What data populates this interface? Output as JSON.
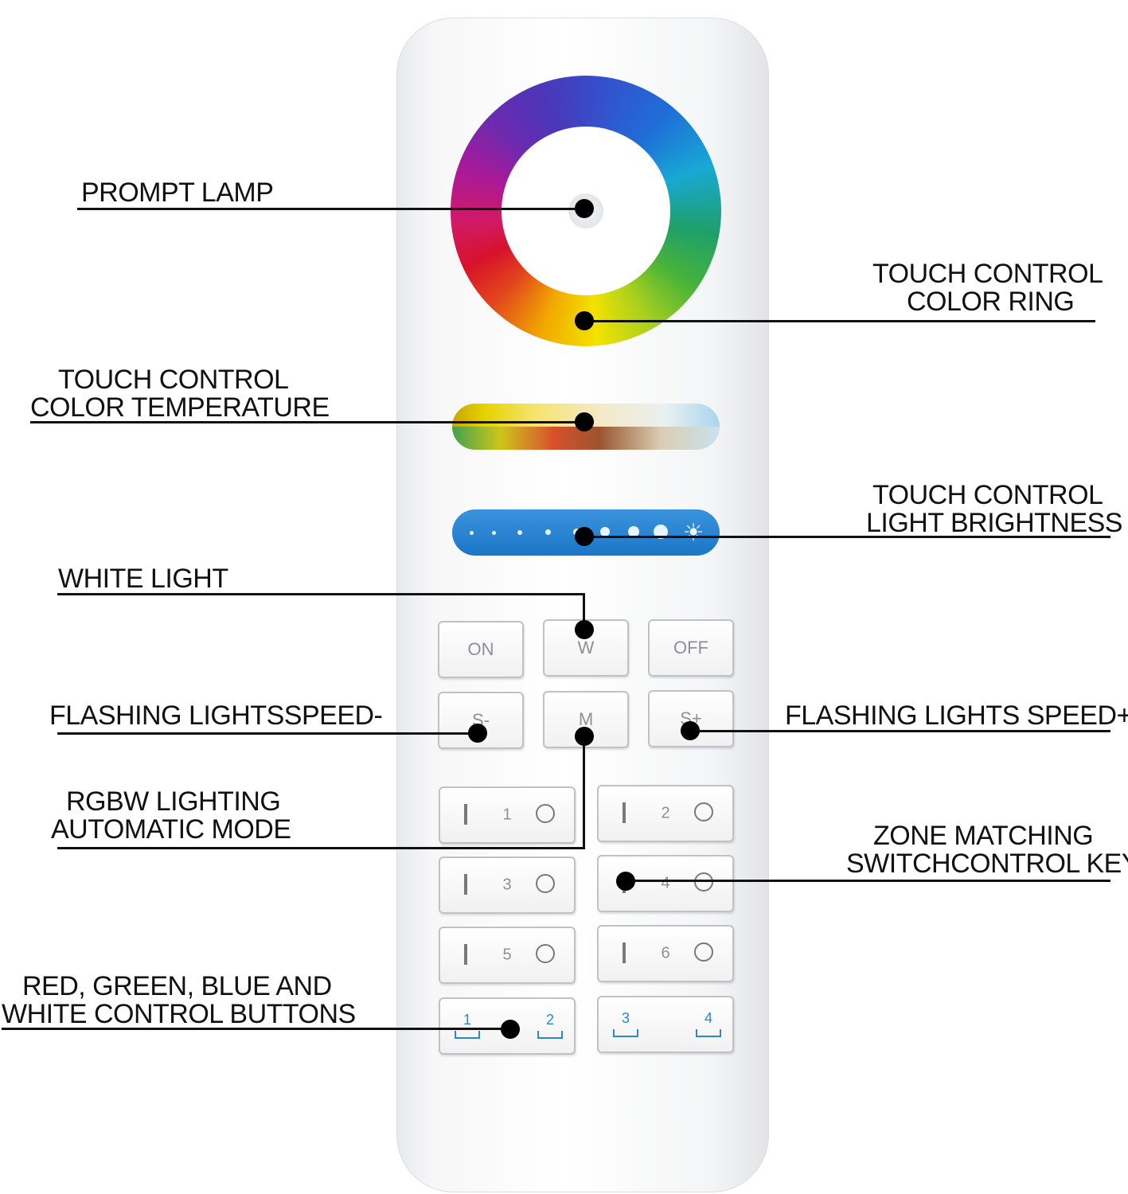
{
  "remote": {
    "color_ring_colors": [
      "#3a49c8",
      "#1e6fd8",
      "#18a8d4",
      "#47b23a",
      "#f3e200",
      "#e2461c",
      "#d8122a",
      "#a61a9a"
    ],
    "brightness_bar_color": "#1c76c7",
    "key_text_color": "#8e9095",
    "rgbw_key_color": "#2d86cf",
    "sun_icon": "☀",
    "buttons": {
      "on": "ON",
      "w": "W",
      "off": "OFF",
      "s_minus": "S-",
      "m": "M",
      "s_plus": "S+"
    },
    "zones": [
      "1",
      "2",
      "3",
      "4",
      "5",
      "6"
    ],
    "rgbw": [
      "1",
      "2",
      "3",
      "4"
    ]
  },
  "callouts": {
    "prompt_lamp": "PROMPT LAMP",
    "color_ring_line1": "TOUCH CONTROL",
    "color_ring_line2": "COLOR RING",
    "color_temp_line1": "TOUCH CONTROL",
    "color_temp_line2": "COLOR TEMPERATURE",
    "brightness_line1": "TOUCH CONTROL",
    "brightness_line2": "LIGHT BRIGHTNESS",
    "white_light": "WHITE LIGHT",
    "speed_minus": "FLASHING LIGHTSSPEED-",
    "speed_plus": "FLASHING LIGHTS SPEED+",
    "auto_mode_line1": "RGBW LIGHTING",
    "auto_mode_line2": "AUTOMATIC MODE",
    "zone_line1": "ZONE MATCHING",
    "zone_line2": "SWITCHCONTROL KEY",
    "rgbw_line1": "RED, GREEN, BLUE AND",
    "rgbw_line2": "WHITE CONTROL BUTTONS"
  }
}
